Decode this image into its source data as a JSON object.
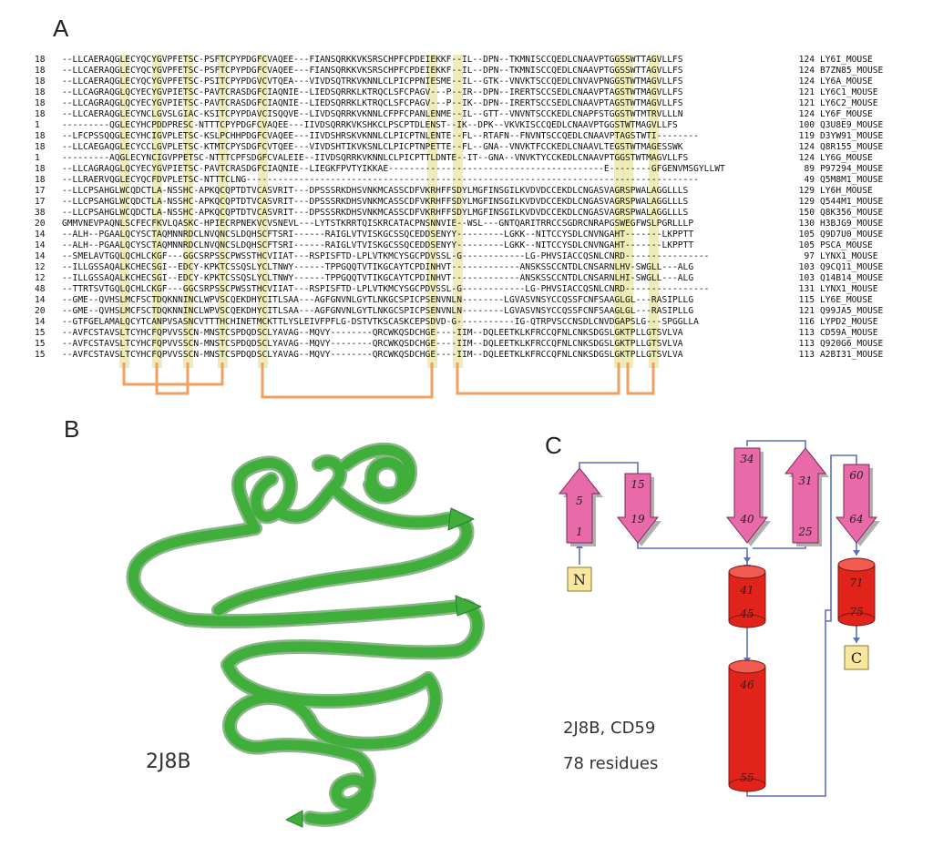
{
  "panel_labels": {
    "a": "A",
    "b": "B",
    "c": "C"
  },
  "alignment": {
    "rows": [
      {
        "start": "18",
        "seq": "--LLCAERAQGLECYQCYGVPFETSC-PSFTCPYPDGFCVAQEE---FIANSQRKKVKSRSCHPFCPDEIEKKF--IL--DPN--TKMNISCCQEDLCNAAVPTGGSSWTTAGVLLFS",
        "end": "124",
        "name": "LY6I_MOUSE"
      },
      {
        "start": "18",
        "seq": "--LLCAERAQGLECYQCYGVPFETSC-PSFTCPYPDGFCVAQEE---FIANSQRKKVKSRSCHPFCPDEIEKKF--IL--DPN--TKMNISCCQEDLCNAAVPTGGSSWTTAGVLLFS",
        "end": "124",
        "name": "B7ZN85_MOUSE"
      },
      {
        "start": "18",
        "seq": "--LLCAERAQGLECYQCYGVPFETSC-PSITCPYPDGVCVTQEA---VIVDSQTRKVKNNLCLPICPPNIESME--IL--GTK--VNVKTSCCQEDLCNVAVPNGGSTWTMAGVLLFS",
        "end": "124",
        "name": "LY6A_MOUSE"
      },
      {
        "start": "18",
        "seq": "--LLCAGRAQGLQCYECYGVPIETSC-PAVTCRASDGFCIAQNIE--LIEDSQRRKLKTRQCLSFCPAGV---P--IR--DPN--IRERTSCCSEDLCNAAVPTAGSTWTMAGVLLFS",
        "end": "121",
        "name": "LY6C1_MOUSE"
      },
      {
        "start": "18",
        "seq": "--LLCAGRAQGLQCYECYGVPIETSC-PAVTCRASDGFCIAQNIE--LIEDSQRRKLKTRQCLSFCPAGV---P--IK--DPN--IRERTSCCSEDLCNAAVPTAGSTWTMAGVLLFS",
        "end": "121",
        "name": "LY6C2_MOUSE"
      },
      {
        "start": "18",
        "seq": "--LLCAERAQGLECYNCLGVSLGIAC-KSITCPYPDAVCISQQVE--LIVDSQRRKVKNNLCFPFCPANLENME--IL--GTT--VNVNTSCCKEDLCNAPFSTGGSTWTMTRVLLLN",
        "end": "124",
        "name": "LY6F_MOUSE"
      },
      {
        "start": "1",
        "seq": "---------QGLECYHCPDDPRESC-NTTTCPYPDGFCVAQEE---IIVDSQRRKVKSHKCLPSCPTDLENST--IK--DPK--VKVKISCCQEDLCNAAVPTGGSTWTMAGVLLFS",
        "end": "100",
        "name": "Q3U8E9_MOUSE"
      },
      {
        "start": "18",
        "seq": "--LFCPSSQQGLECYHCIGVPLETSC-KSLPCHHPDGFCVAQEE---IIVDSHRSKVKNNLCLPICPTNLENTE--FL--RTAFN--FNVNTSCCQEDLCNAAVPTAGSTWTI--------",
        "end": "119",
        "name": "D3YW91_MOUSE"
      },
      {
        "start": "18",
        "seq": "--LLCAEGAQGLECYCCLGVPLETSC-KTMTCPYSDGFCVTQEE---VIVDSHTIKVKSNLCLPICPTNPETTE--FL--GNA--VNVKTFCCKEDLCNAAVLTEGSTWTMAGESSWK",
        "end": "124",
        "name": "Q8R155_MOUSE"
      },
      {
        "start": "1",
        "seq": "---------AQGLECYNCIGVPPETSC-NTTTCPFSDGFCVALEIE--IIVDSQRRKVKNNLCLPICPTTLDNTE--IT--GNA--VNVKTYCCKEDLCNAAVPTGGSTWTMAGVLLFS",
        "end": "124",
        "name": "LY6G_MOUSE"
      },
      {
        "start": "18",
        "seq": "--LLCAGRAQGLQCYECYGVPIETSC-PAVTCRASDGFCIAQNIE--LIEGKFPVTYIKKAE-----------------------------------------E--------GFGENVMSGYLLWT",
        "end": "89",
        "name": "P97294_MOUSE"
      },
      {
        "start": "18",
        "seq": "--LLRAERVQGLECYQCFDVPLETSC-NTTTCLNG--------------------------------------------------------------------------------------",
        "end": "49",
        "name": "Q5M8M1_MOUSE"
      },
      {
        "start": "17",
        "seq": "--LLCPSAHGLWCQDCTLA-NSSHC-APKQCQPTDTVCASVRIT---DPSSSRKDHSVNKMCASSCDFVKRHFFSDYLMGFINSGILKVDVDCCEKDLCNGASVAGRSPWALAGGLLLS",
        "end": "129",
        "name": "LY6H_MOUSE"
      },
      {
        "start": "17",
        "seq": "--LLCPSAHGLWCQDCTLA-NSSHC-APKQCQPTDTVCASVRIT---DPSSSRKDHSVNKMCASSCDFVKRHFFSDYLMGFINSGILKVDVDCCEKDLCNGASVAGRSPWALAGGLLLS",
        "end": "129",
        "name": "Q544M1_MOUSE"
      },
      {
        "start": "38",
        "seq": "--LLCPSAHGLWCQDCTLA-NSSHC-APKQCQPTDTVCASVRIT---DPSSSRKDHSVNKMCASSCDFVKRHFFSDYLMGFINSGILKVDVDCCEKDLCNGASVAGRSPWALAGGLLLS",
        "end": "150",
        "name": "Q8K356_MOUSE"
      },
      {
        "start": "20",
        "seq": "GMMVNEVPAQNLSCFECFKVLQASKC-HPIECRPNEKVCVSNEVL---LYTSTKRRTQISKRCATACPNSNNVIE--WSL---GNTQARITRRCCSGDRCNRAPGSWEGFWSLPGRLLLP",
        "end": "130",
        "name": "H3BJG9_MOUSE"
      },
      {
        "start": "14",
        "seq": "--ALH--PGAALQCYSCTAQMNNRDCLNVQNCSLDQHSCFTSRI------RAIGLVTVISKGCSSQCEDDSENYY---------LGKK--NITCCYSDLCNVNGAHT-------LKPPTT",
        "end": "105",
        "name": "Q9D7U0_MOUSE"
      },
      {
        "start": "14",
        "seq": "--ALH--PGAALQCYSCTAQMNNRDCLNVQNCSLDQHSCFTSRI------RAIGLVTVISKGCSSQCEDDSENYY---------LGKK--NITCCYSDLCNVNGAHT-------LKPPTT",
        "end": "105",
        "name": "PSCA_MOUSE"
      },
      {
        "start": "14",
        "seq": "--SMELAVTGQLQCHLCKGF---GGCSRPSSCPWSSTHCVIIAT---RSPISFTD-LPLVTKMCYSGCPDVSSL-G------------LG-PHVSIACCQSNLCNRD----------------",
        "end": "97",
        "name": "LYNX1_MOUSE"
      },
      {
        "start": "12",
        "seq": "--ILLGSSAQALKCHECSGI--EDCY-KPKTCSSQSLYCLTNWY------TPPGQQTVTIKGCAYTCPDINHVT-------------ANSKSSCCNTDLCNSARNLHV-SWGLL---ALG",
        "end": "103",
        "name": "Q9CQ11_MOUSE"
      },
      {
        "start": "12",
        "seq": "--ILLGSSAQALKCHECSGI--EDCY-KPKTCSSQSLYCLTNWY------TPPGQQTVTIKGCAYTCPDINHVT-------------ANSKSSCCNTDLCNSARNLHI-SWGLL---ALG",
        "end": "103",
        "name": "Q14B14_MOUSE"
      },
      {
        "start": "48",
        "seq": "--TTRTSVTGQLQCHLCKGF---GGCSRPSSCPWSSTHCVIIAT---RSPISFTD-LPLVTKMCYSGCPDVSSL-G------------LG-PHVSIACCQSNLCNRD----------------",
        "end": "131",
        "name": "LYNX1_MOUSE"
      },
      {
        "start": "14",
        "seq": "--GME--QVHSLMCFSCTDQKNNINCLWPVSCQEKDHYCITLSAA---AGFGNVNLGYTLNKGCSPICPSENVNLN--------LGVASVNSYCCQSSFCNFSAAGLGL---RASIPLLG",
        "end": "115",
        "name": "LY6E_MOUSE"
      },
      {
        "start": "20",
        "seq": "--GME--QVHSLMCFSCTDQKNNINCLWPVSCQEKDHYCITLSAA---AGFGNVNLGYTLNKGCSPICPSENVNLN--------LGVASVNSYCCQSSFCNFSAAGLGL---RASIPLLG",
        "end": "121",
        "name": "Q99JA5_MOUSE"
      },
      {
        "start": "14",
        "seq": "--GTFGELAMALQCYTCANPVSASNCVTTTHCHINETMCKTTLYSLEIVFPFLG-DSTVTKSCASKCEPSDVD-G-----------IG-QTRPVSCCNSDLCNVDGAPSLG---SPGGLLA",
        "end": "116",
        "name": "LYPD2_MOUSE"
      },
      {
        "start": "15",
        "seq": "--AVFCSTAVSLTCYHCFQPVVSSCN-MNSTCSPDQDSCLYAVAG--MQVY--------QRCWKQSDCHGE----IIM--DQLEETKLKFRCCQFNLCNKSDGSLGKTPLLGTSVLVA",
        "end": "113",
        "name": "CD59A_MOUSE"
      },
      {
        "start": "15",
        "seq": "--AVFCSTAVSLTCYHCFQPVVSSCN-MNSTCSPDQDSCLYAVAG--MQVY--------QRCWKQSDCHGE----IIM--DQLEETKLKFRCCQFNLCNKSDGSLGKTPLLGTSVLVA",
        "end": "113",
        "name": "Q920G6_MOUSE"
      },
      {
        "start": "15",
        "seq": "--AVFCSTAVSLTCYHCFQPVVSSCN-MNSTCSPDQDSCLYAVAG--MQVY--------QRCWKQSDCHGE----IIM--DQLEETKLKFRCCQFNLCNKSDGSLGKTPLLGTSVLVA",
        "end": "113",
        "name": "A2BI31_MOUSE"
      }
    ],
    "highlight_color": "#e7e6a3",
    "bridge_color": "#f0a060"
  },
  "panel_b": {
    "caption": "2J8B",
    "ribbon_color": "#3fae3a"
  },
  "panel_c": {
    "strands": [
      {
        "top": "5",
        "bottom": "1",
        "dir": "up"
      },
      {
        "top": "15",
        "bottom": "19",
        "dir": "down"
      },
      {
        "top": "34",
        "bottom": "40",
        "dir": "down"
      },
      {
        "top": "31",
        "bottom": "25",
        "dir": "up"
      },
      {
        "top": "60",
        "bottom": "64",
        "dir": "down"
      }
    ],
    "helices": [
      {
        "top": "41",
        "bottom": "45"
      },
      {
        "top": "46",
        "bottom": "55"
      },
      {
        "top": "71",
        "bottom": "75"
      }
    ],
    "n_label": "N",
    "c_label": "C",
    "caption_line1": "2J8B, CD59",
    "caption_line2": "78 residues",
    "strand_color": "#e86aa8",
    "helix_color": "#e0241c",
    "terminus_color": "#f9e79f",
    "connector_color": "#5b6fc4"
  }
}
